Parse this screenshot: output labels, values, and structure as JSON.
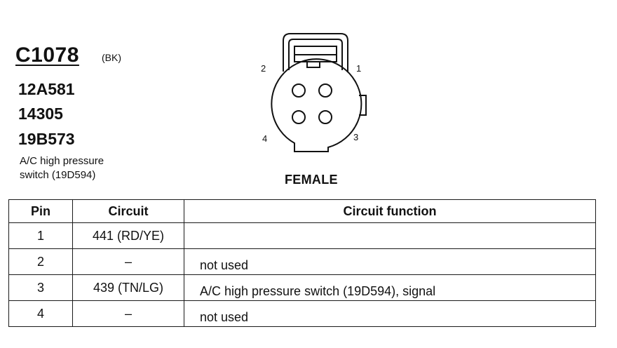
{
  "connector": {
    "id": "C1078",
    "color": "(BK)",
    "parts": [
      "12A581",
      "14305",
      "19B573"
    ],
    "description_lines": [
      "A/C high pressure",
      "switch (19D594)"
    ],
    "gender": "FEMALE",
    "pin_labels": [
      "1",
      "2",
      "3",
      "4"
    ]
  },
  "table": {
    "headers": [
      "Pin",
      "Circuit",
      "Circuit function"
    ],
    "rows": [
      {
        "pin": "1",
        "circuit": "441 (RD/YE)",
        "function": ""
      },
      {
        "pin": "2",
        "circuit": "–",
        "function": "not used"
      },
      {
        "pin": "3",
        "circuit": "439 (TN/LG)",
        "function": "A/C high pressure switch (19D594), signal"
      },
      {
        "pin": "4",
        "circuit": "–",
        "function": "not used"
      }
    ]
  }
}
